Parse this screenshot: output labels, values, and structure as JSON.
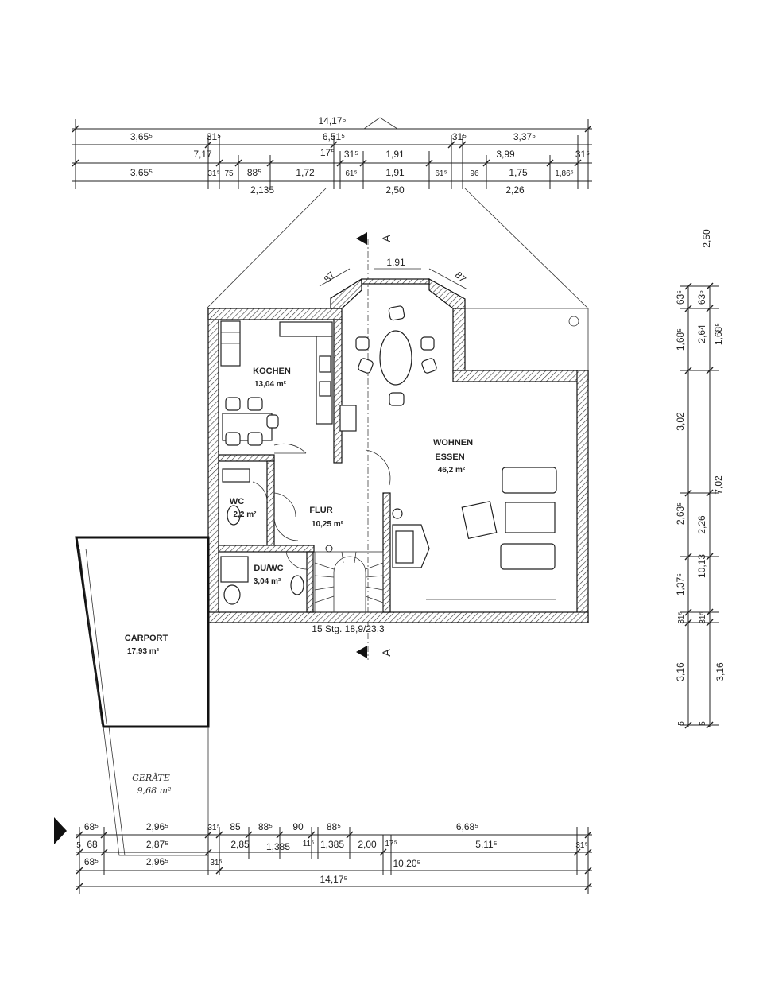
{
  "top_dimensions": {
    "overall": "14,17⁵",
    "row1": [
      "3,65⁵",
      "31⁵",
      "6,51⁵",
      "31⁵",
      "3,37⁵"
    ],
    "row2": [
      "7,17",
      "17⁵",
      "1,91",
      "3,99",
      "31⁵"
    ],
    "row2b": [
      "31⁵"
    ],
    "row3": [
      "3,65⁵",
      "31⁵",
      "75",
      "88⁵",
      "1,72",
      "61⁵",
      "1,91",
      "61⁵",
      "96",
      "1,75",
      "1,86⁵"
    ],
    "row4": [
      "2,135",
      "2,50",
      "2,26"
    ]
  },
  "bay_dimensions": [
    "1,91",
    "87",
    "87"
  ],
  "section_marks": [
    "A",
    "A"
  ],
  "rooms": {
    "kitchen": {
      "name": "KOCHEN",
      "area": "13,04 m²"
    },
    "living": {
      "name": "WOHNEN",
      "name2": "ESSEN",
      "area": "46,2 m²"
    },
    "wc": {
      "name": "WC",
      "area": "2,2 m²"
    },
    "hall": {
      "name": "FLUR",
      "area": "10,25 m²"
    },
    "shower": {
      "name": "DU/WC",
      "area": "3,04 m²"
    },
    "carport": {
      "name": "CARPORT",
      "area": "17,93 m²"
    },
    "shed": {
      "name": "GERÄTE",
      "area": "9,68 m²"
    }
  },
  "stairs_label": "15 Stg. 18,9/23,3",
  "right_dimensions": {
    "top_label": "2,50",
    "outer": [
      "63⁵",
      "1,68⁵",
      "3,02",
      "2,63⁵",
      "1,37⁵",
      "31⁵",
      "3,16",
      "5"
    ],
    "inner": [
      "63⁵",
      "1,68⁵",
      "2,64",
      "7,02",
      "2,26",
      "10,13",
      "31⁵",
      "3,16",
      "5"
    ]
  },
  "bottom_dimensions": {
    "row1": [
      "68⁵",
      "2,96⁵",
      "31⁵",
      "85",
      "88⁵",
      "90",
      "88⁵",
      "6,68⁵"
    ],
    "row2": [
      "5",
      "68",
      "2,87⁵",
      "2,85",
      "1,385",
      "11⁵",
      "1,385",
      "2,00",
      "17⁵",
      "5,11⁵",
      "31⁵"
    ],
    "row3": [
      "68⁵",
      "2,96⁵",
      "31⁵",
      "10,20⁵"
    ],
    "overall": "14,17⁵"
  }
}
